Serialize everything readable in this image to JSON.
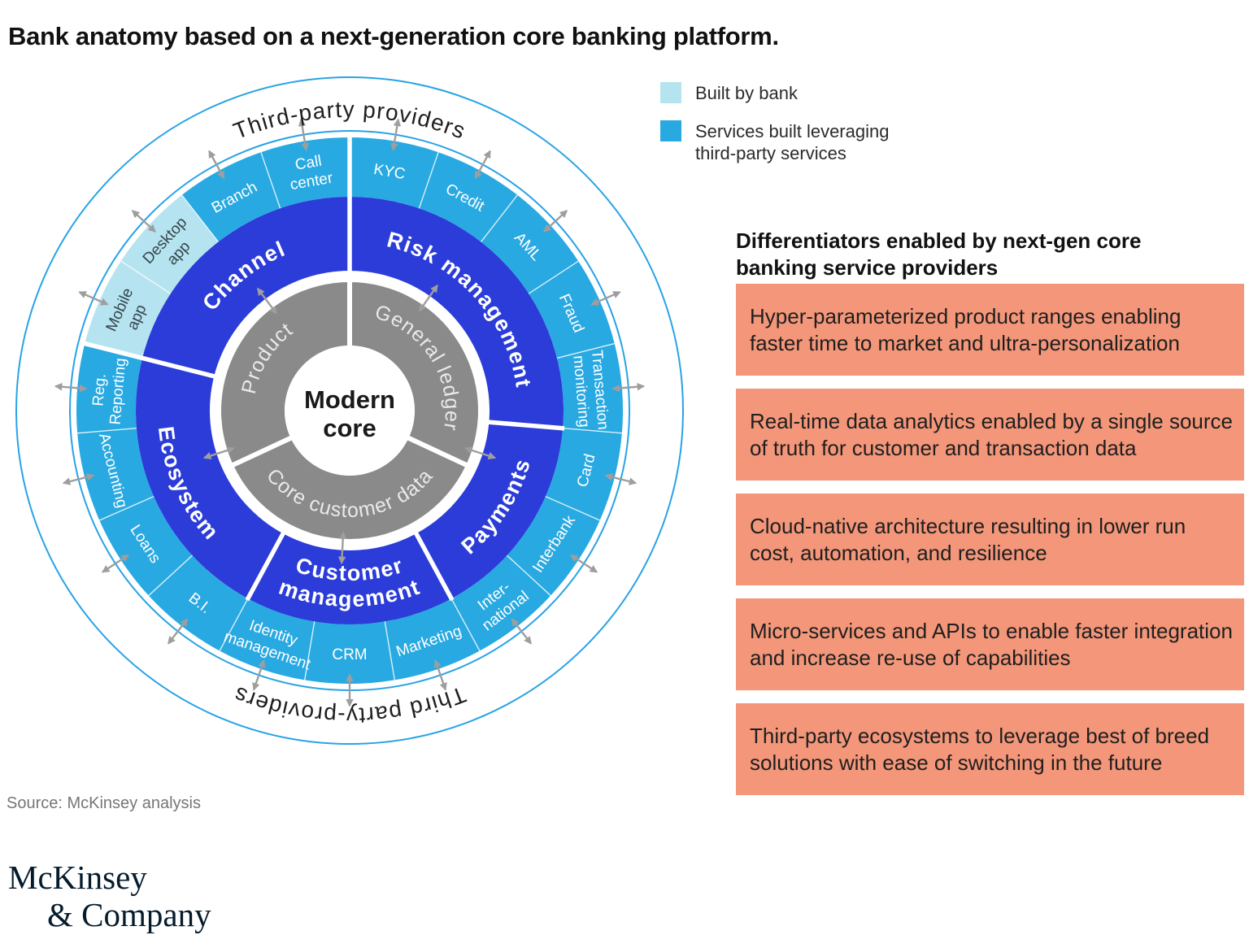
{
  "title": "Bank anatomy based on a next-generation core banking platform.",
  "legend": {
    "items": [
      {
        "label": "Built by bank",
        "color": "#b5e3ef"
      },
      {
        "label": "Services built leveraging third-party services",
        "color": "#29a9e1"
      }
    ]
  },
  "diagram": {
    "center": {
      "lines": [
        "Modern",
        "core"
      ]
    },
    "band_label_top": "Third-party providers",
    "band_label_bottom": "Third party-providers",
    "core_ring": [
      {
        "label": "General ledger"
      },
      {
        "label": "Core customer data"
      },
      {
        "label": "Product"
      }
    ],
    "sectors": [
      {
        "label": "Risk management"
      },
      {
        "label": "Payments"
      },
      {
        "label": "Customer management",
        "lines": [
          "Customer",
          "management"
        ]
      },
      {
        "label": "Ecosystem"
      },
      {
        "label": "Channel"
      }
    ],
    "segments": [
      {
        "label": "KYC",
        "type": "third-party"
      },
      {
        "label": "Credit",
        "type": "third-party"
      },
      {
        "label": "AML",
        "type": "third-party"
      },
      {
        "label": "Fraud",
        "type": "third-party"
      },
      {
        "label": "Transaction monitoring",
        "lines": [
          "Transaction",
          "monitoring"
        ],
        "type": "third-party"
      },
      {
        "label": "Card",
        "type": "third-party"
      },
      {
        "label": "Interbank",
        "type": "third-party"
      },
      {
        "label": "Inter-national",
        "lines": [
          "Inter-",
          "national"
        ],
        "type": "third-party"
      },
      {
        "label": "Marketing",
        "type": "third-party"
      },
      {
        "label": "CRM",
        "type": "third-party"
      },
      {
        "label": "Identity management",
        "lines": [
          "Identity",
          "management"
        ],
        "type": "third-party"
      },
      {
        "label": "B.I.",
        "type": "third-party"
      },
      {
        "label": "Loans",
        "type": "third-party"
      },
      {
        "label": "Accounting",
        "type": "third-party"
      },
      {
        "label": "Reg. Reporting",
        "lines": [
          "Reg.",
          "Reporting"
        ],
        "type": "third-party"
      },
      {
        "label": "Mobile app",
        "lines": [
          "Mobile",
          "app"
        ],
        "type": "built-by-bank"
      },
      {
        "label": "Desktop app",
        "lines": [
          "Desktop",
          "app"
        ],
        "type": "built-by-bank"
      },
      {
        "label": "Branch",
        "type": "third-party"
      },
      {
        "label": "Call center",
        "lines": [
          "Call",
          "center"
        ],
        "type": "third-party"
      }
    ]
  },
  "differentiators": {
    "heading": "Differentiators enabled by next-gen core banking service providers",
    "items": [
      "Hyper-parameterized product ranges enabling faster time to market and ultra-personalization",
      "Real-time data analytics enabled by a single source of truth for customer and transaction data",
      "Cloud-native architecture resulting in lower run cost, automation, and resilience",
      "Micro-services and APIs to enable faster integration and increase re-use of capabilities",
      "Third-party ecosystems to leverage best of breed solutions with ease of switching in the future"
    ]
  },
  "source": "Source: McKinsey analysis",
  "logo": {
    "line1": "McKinsey",
    "line2": "& Company"
  },
  "colors": {
    "built_by_bank": "#b5e3ef",
    "third_party_service": "#29a9e1",
    "sector_blue": "#2b3cd9",
    "core_gray": "#8a8a8a",
    "accent_ring": "#29a3e6",
    "card_salmon": "#f39679",
    "arrow_gray": "#9e9e9e",
    "band_text": "#1f1f1f",
    "logo_navy": "#051c2c"
  }
}
